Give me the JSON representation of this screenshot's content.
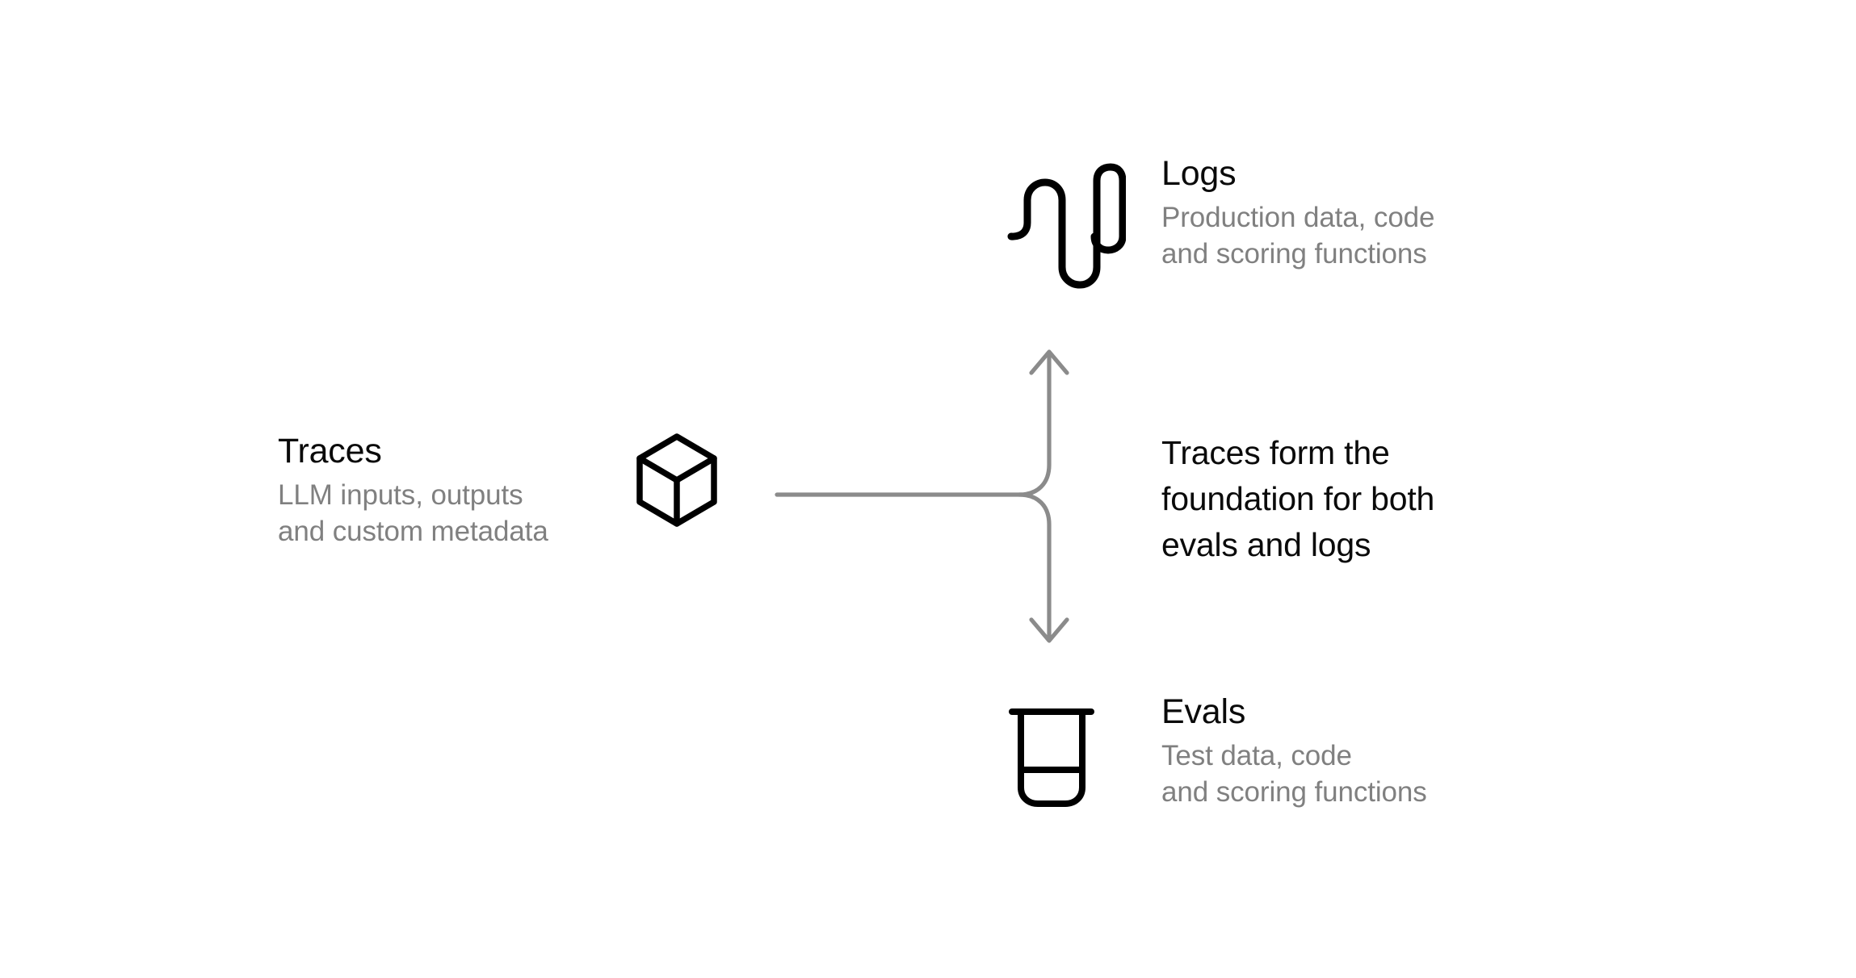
{
  "diagram": {
    "background_color": "#ffffff",
    "text_color": "#0a0a0a",
    "muted_text_color": "#808080",
    "connector_color": "#8b8b8b",
    "icon_color": "#000000"
  },
  "nodes": {
    "traces": {
      "title": "Traces",
      "subtitle_line1": "LLM inputs, outputs",
      "subtitle_line2": "and custom metadata",
      "icon": "cube-icon"
    },
    "logs": {
      "title": "Logs",
      "subtitle_line1": "Production data, code",
      "subtitle_line2": "and scoring functions",
      "icon": "waveform-icon"
    },
    "evals": {
      "title": "Evals",
      "subtitle_line1": "Test data, code",
      "subtitle_line2": "and scoring functions",
      "icon": "beaker-icon"
    }
  },
  "caption": {
    "line1": "Traces form the",
    "line2": "foundation for both",
    "line3": "evals and logs"
  },
  "connector": {
    "type": "split-arrow",
    "source": "traces",
    "targets": [
      "logs",
      "evals"
    ],
    "up_arrow": "arrow-up-icon",
    "down_arrow": "arrow-down-icon"
  }
}
